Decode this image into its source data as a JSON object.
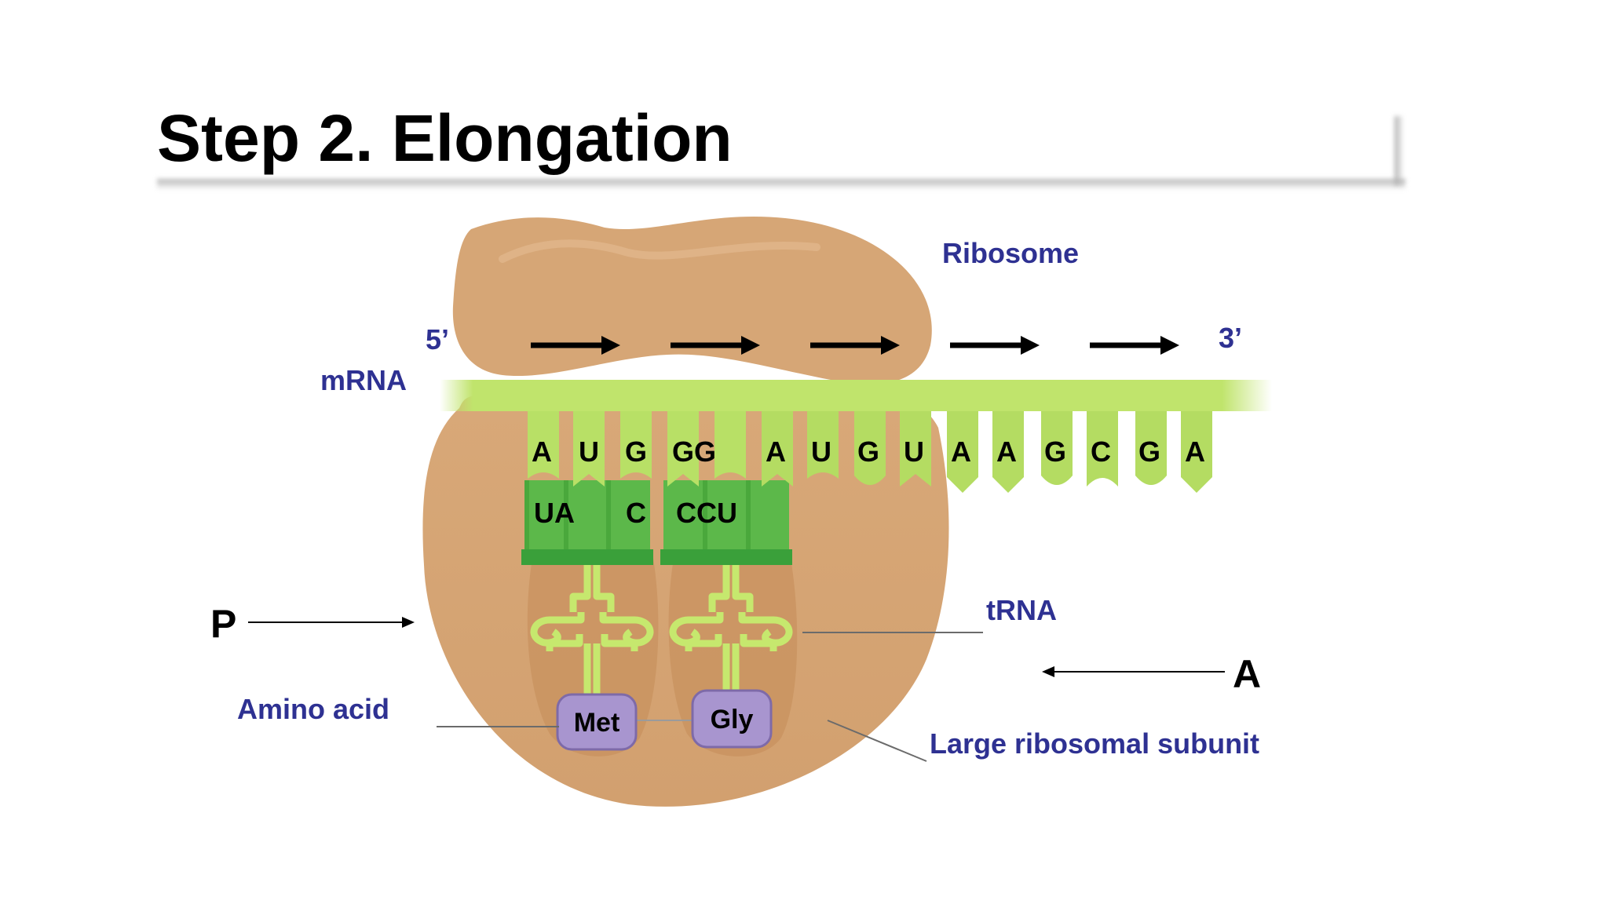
{
  "slide": {
    "title": "Step 2. Elongation"
  },
  "labels": {
    "ribosome": "Ribosome",
    "five_prime": "5’",
    "three_prime": "3’",
    "mrna": "mRNA",
    "trna": "tRNA",
    "amino_acid": "Amino acid",
    "large_subunit": "Large ribosomal subunit",
    "p_site": "P",
    "a_site": "A"
  },
  "codons": [
    "A",
    "U",
    "G",
    "GG",
    "A",
    "U",
    "G",
    "U",
    "A",
    "A",
    "G",
    "C",
    "G",
    "A"
  ],
  "anticodons": [
    "UA",
    "C",
    "CCU"
  ],
  "amino_acids": [
    "Met",
    "Gly"
  ],
  "colors": {
    "label_blue": "#2e3192",
    "ribosome_tan": "#d6a676",
    "ribosome_shade": "#c8925f",
    "mrna_light_green": "#c0e46c",
    "trna_green": "#5cb84a",
    "trna_dark_green": "#3aa03a",
    "amino_purple": "#a895cf",
    "amino_border": "#7e6aa8"
  }
}
